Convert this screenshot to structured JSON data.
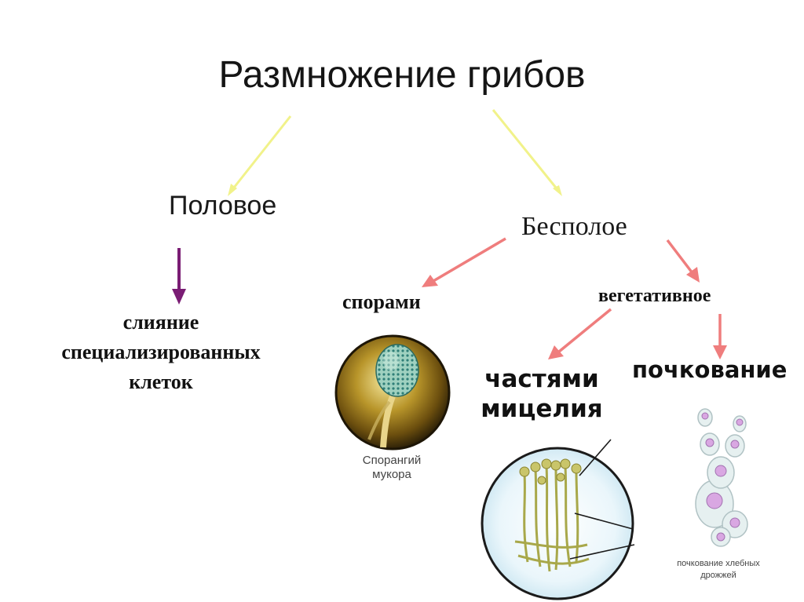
{
  "title": "Размножение грибов",
  "branches": {
    "sexual": "Половое",
    "asexual": "Бесполое"
  },
  "sexual_result": [
    "слияние",
    "специализированных",
    "клеток"
  ],
  "asexual_children": {
    "spores": "спорами",
    "vegetative": "вегетативное"
  },
  "vegetative_children": {
    "mycelium": [
      "частями",
      "мицелия"
    ],
    "budding": "почкование"
  },
  "illustrations": {
    "sporangium_caption": [
      "Спорангий",
      "мукора"
    ],
    "yeast_caption": [
      "почкование хлебных",
      "дрожжей"
    ]
  },
  "colors": {
    "title_arrows": "#f1f28a",
    "sexual_arrow": "#7a1d74",
    "asexual_arrows": "#ef7d7d"
  }
}
